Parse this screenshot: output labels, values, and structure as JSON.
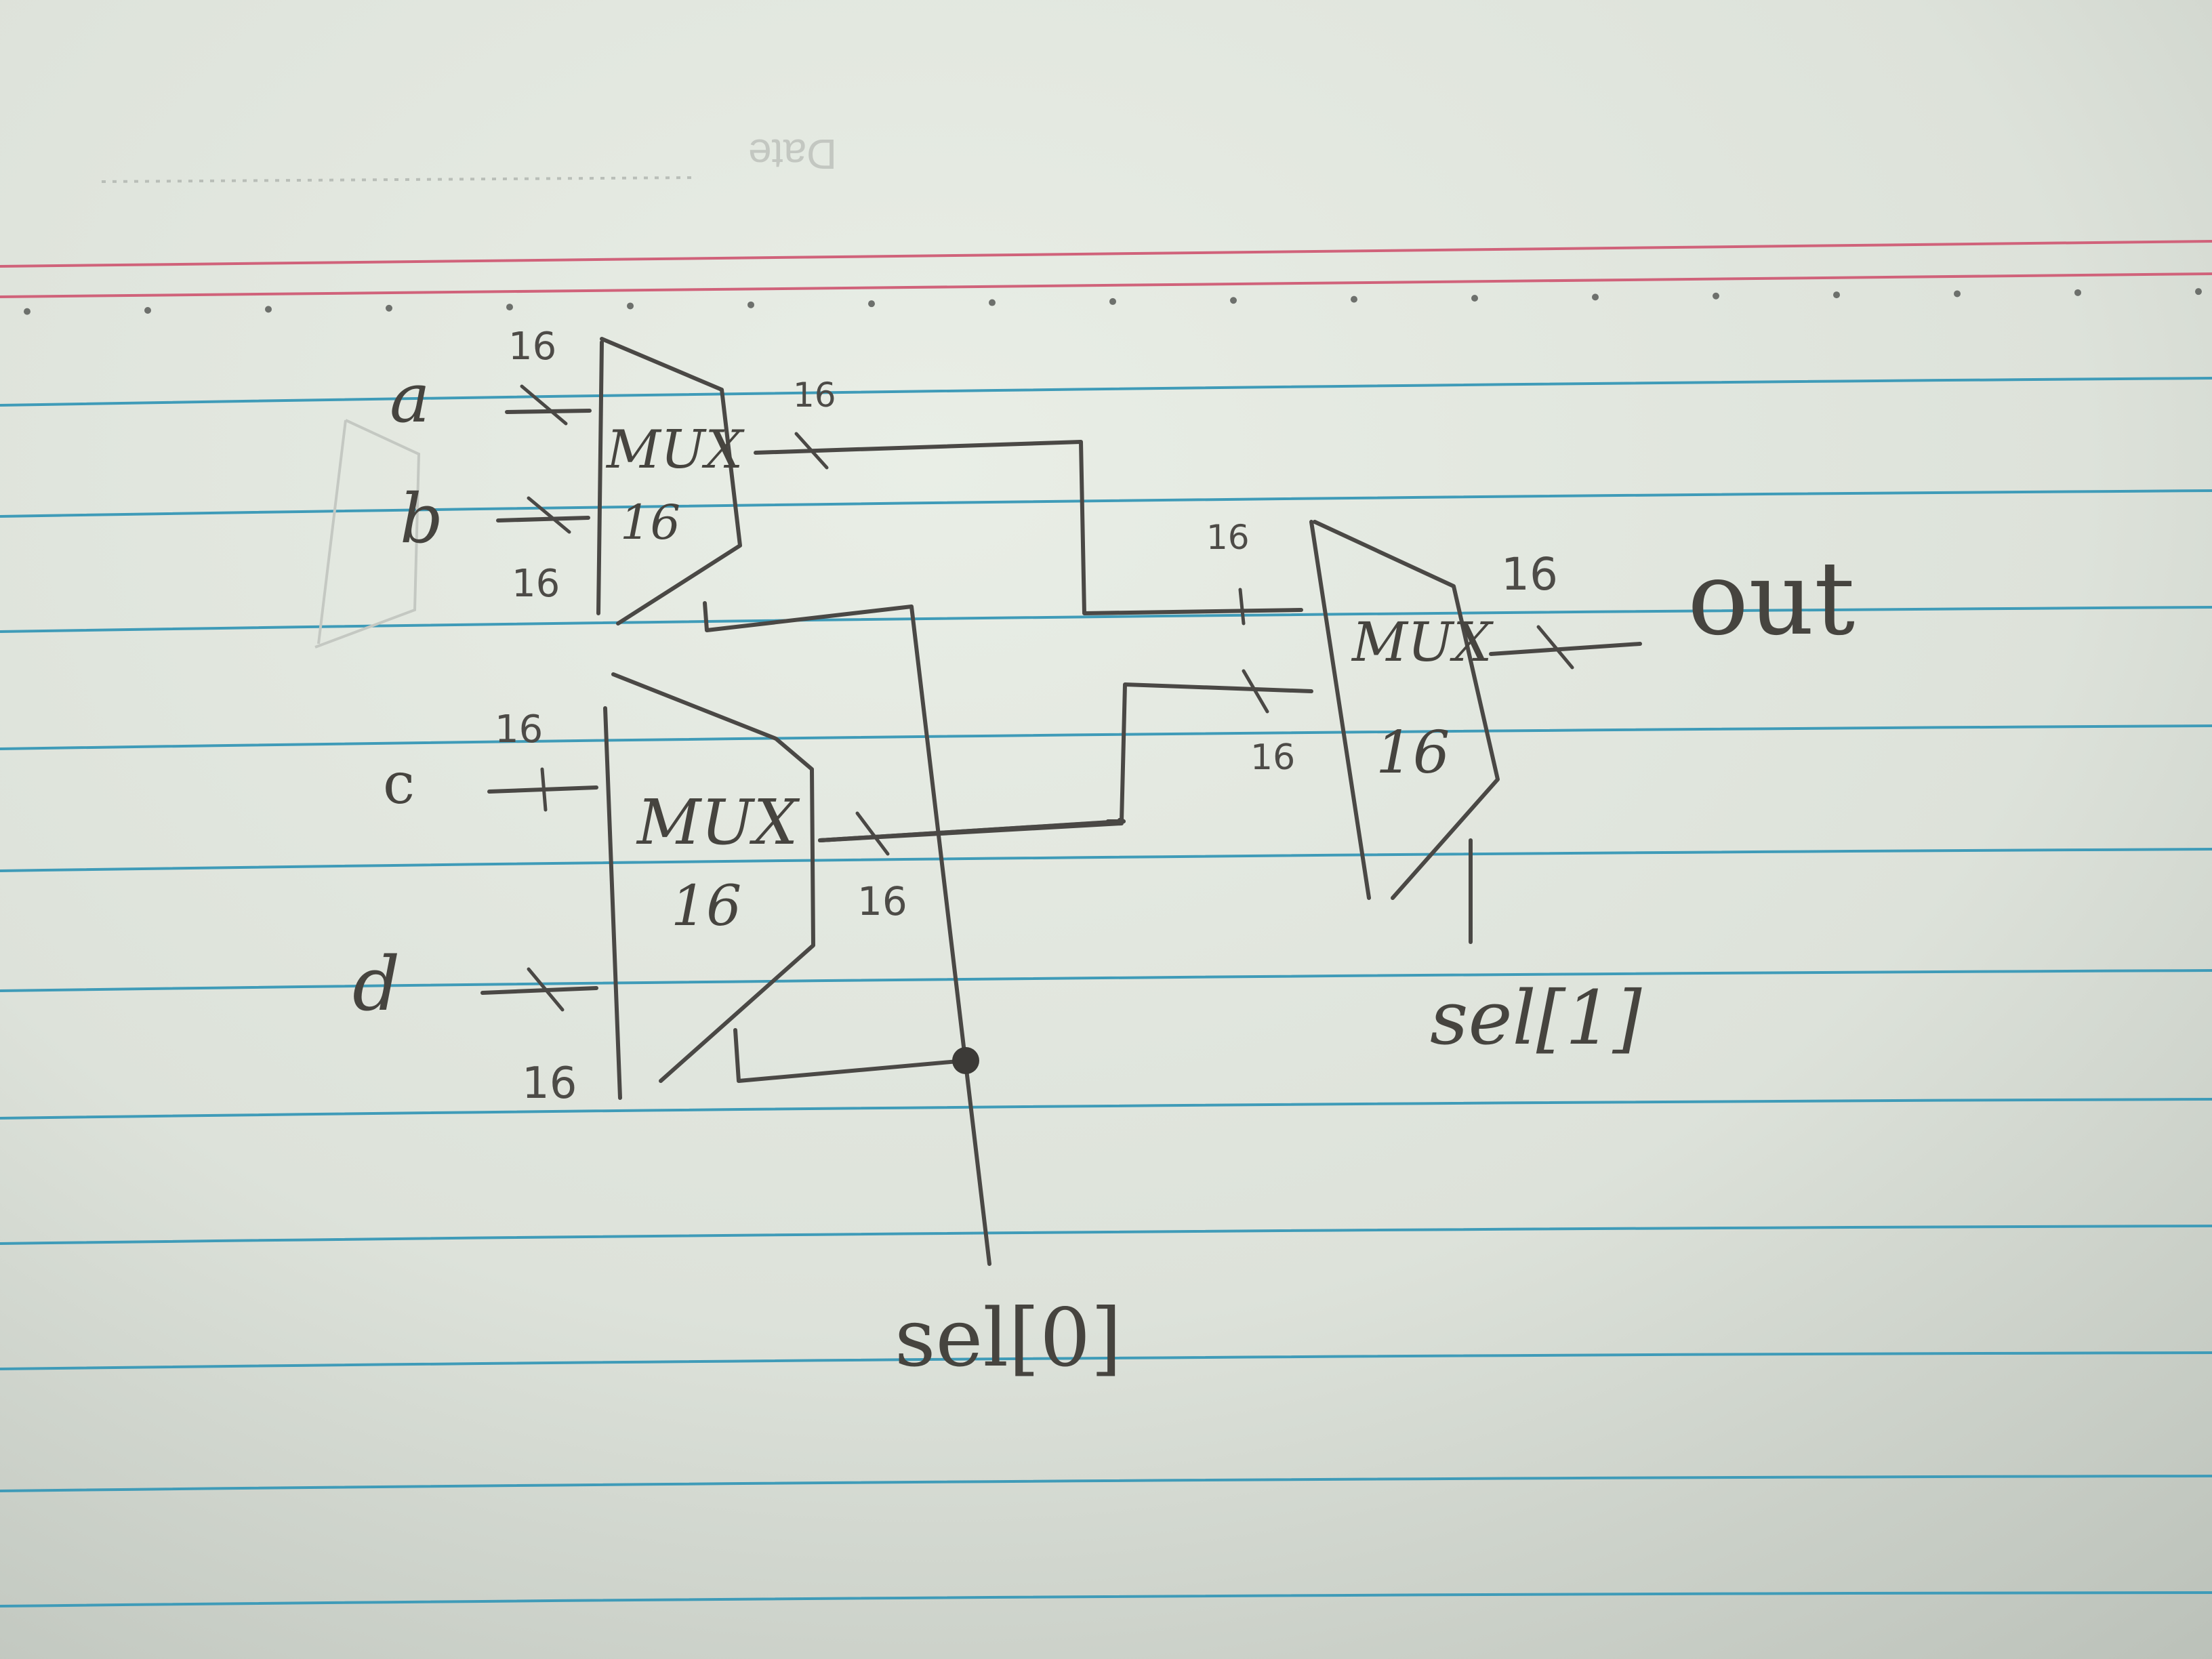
{
  "paper": {
    "header_label": "Date",
    "colors": {
      "paper_light": "#e6ebe3",
      "paper_shadow": "#b7bdb5",
      "margin_line": "#d0627a",
      "ruled_line": "#3f9bb8",
      "pencil": "#4a4845"
    }
  },
  "diagram": {
    "inputs": {
      "a": "a",
      "b": "b",
      "c": "c",
      "d": "d"
    },
    "mux_top": {
      "title": "MUX",
      "width": "16"
    },
    "mux_bottom": {
      "title": "MUX",
      "width": "16"
    },
    "mux_out": {
      "title": "MUX",
      "width": "16"
    },
    "bus_width_labels": {
      "a": "16",
      "b": "16",
      "c": "16",
      "d": "16",
      "mux_top_out": "16",
      "mux_bottom_out": "16",
      "mux_out_in_top": "16",
      "mux_out_in_bottom": "16",
      "out": "16"
    },
    "output": "out",
    "select_0": "sel[0]",
    "select_1": "sel[1]"
  }
}
